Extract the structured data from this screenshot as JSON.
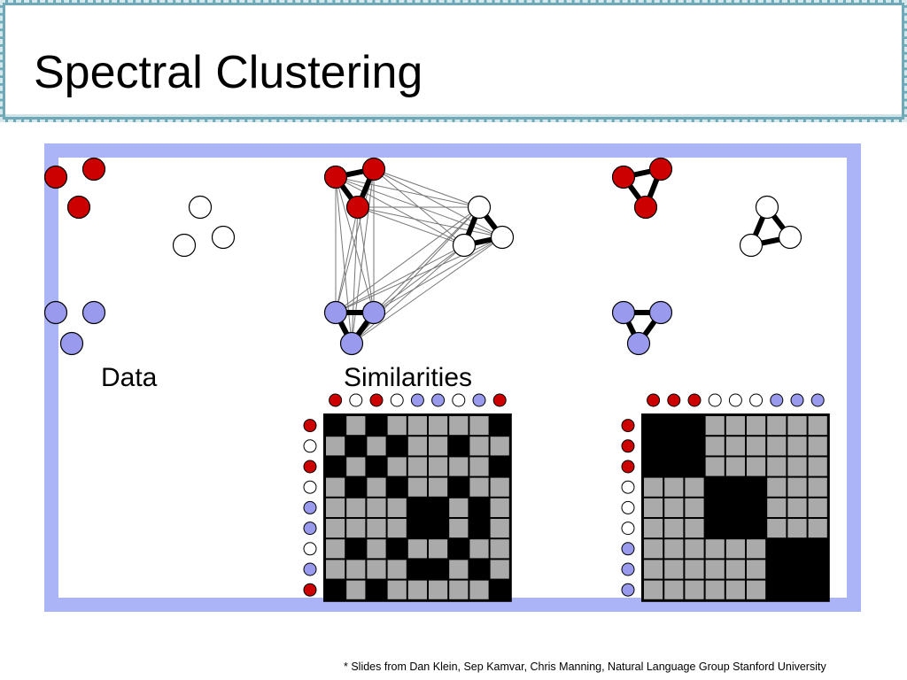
{
  "slide": {
    "title": "Spectral Clustering",
    "footnote": "* Slides from Dan Klein, Sep Kamvar, Chris Manning, Natural Language Group Stanford University"
  },
  "panels": {
    "data_label": "Data",
    "similarities_label": "Similarities"
  },
  "colors": {
    "red_cluster": "#cc0000",
    "white_cluster": "#ffffff",
    "blue_cluster": "#9999ee",
    "matrix_strong": "#000000",
    "matrix_weak": "#aaaaaa",
    "frame": "#aab4f6"
  },
  "matrices": {
    "order_unsorted": [
      "red",
      "white",
      "red",
      "white",
      "blue",
      "blue",
      "white",
      "blue",
      "red"
    ],
    "order_sorted": [
      "red",
      "red",
      "red",
      "white",
      "white",
      "white",
      "blue",
      "blue",
      "blue"
    ]
  }
}
